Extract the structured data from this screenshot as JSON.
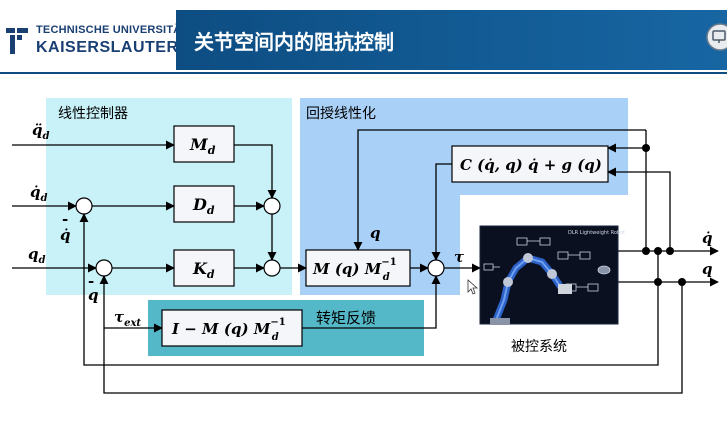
{
  "header": {
    "logo_line1": "TECHNISCHE UNIVERSITÄT",
    "logo_line2": "KAISERSLAUTERN",
    "title": "关节空间内的阻抗控制"
  },
  "regions": {
    "controller_label": "线性控制器",
    "linearization_label": "回授线性化",
    "torque_feedback_label": "转矩反馈",
    "plant_label": "被控系统"
  },
  "blocks": {
    "md": "M",
    "md_sub": "d",
    "dd": "D",
    "dd_sub": "d",
    "kd": "K",
    "kd_sub": "d",
    "mminv": "M (q) M",
    "mminv_sub": "d",
    "mminv_sup": "−1",
    "coriolis": "C (q̇, q) q̇ + g (q)",
    "torque_fb": "I − M (q) M",
    "torque_fb_sub": "d",
    "torque_fb_sup": "−1"
  },
  "signals": {
    "qdd_d": "q̈",
    "qdd_d_sub": "d",
    "qd_d": "q̇",
    "qd_d_sub": "d",
    "q_d": "q",
    "q_d_sub": "d",
    "qdot_fb": "q̇",
    "q_fb": "q",
    "q_mid": "q",
    "tau": "τ",
    "tau_ext": "τ",
    "tau_ext_sub": "ext",
    "qdot_out": "q̇",
    "q_out": "q"
  },
  "robot_image": {
    "caption": "DLR Lightweight Robot"
  },
  "colors": {
    "header_blue": "#0d4d82",
    "controller_fill": "#c8f1f8",
    "linearization_fill": "#a9d0f7",
    "torque_fill": "#55b8c8",
    "block_fill": "#f4f6f9"
  }
}
